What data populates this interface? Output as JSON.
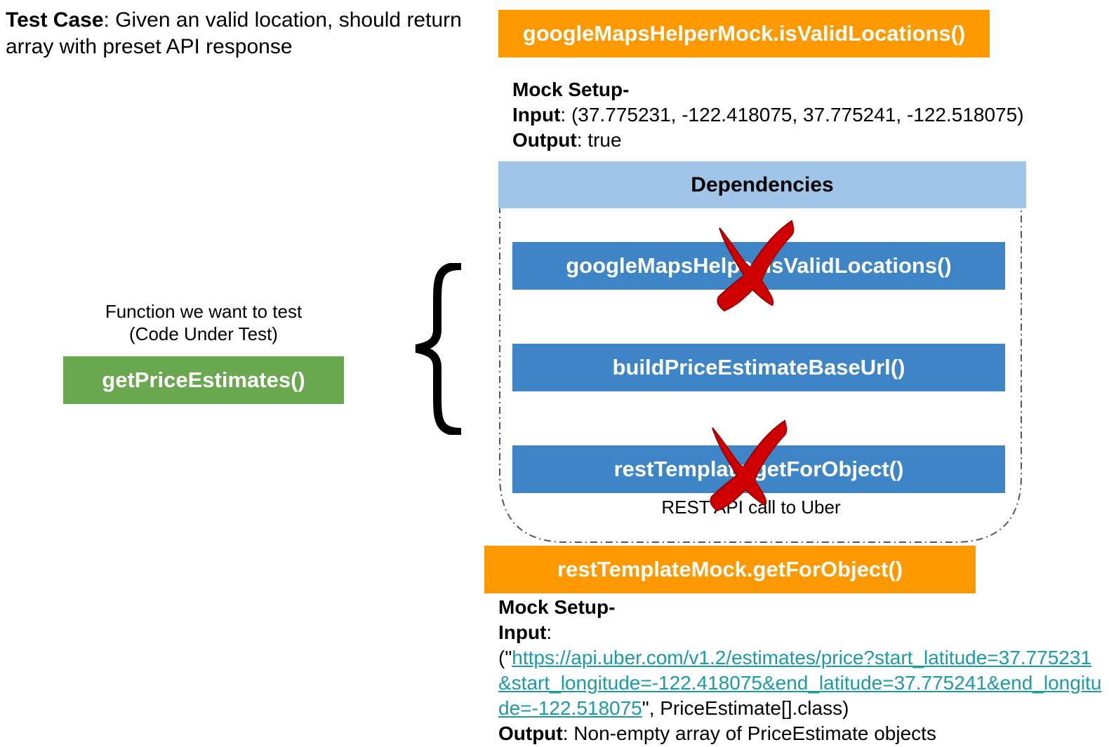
{
  "test_case": {
    "label": "Test Case",
    "text": ": Given an valid location, should return array with preset API response"
  },
  "top_mock": {
    "box_label": "googleMapsHelperMock.isValidLocations()",
    "setup_label": "Mock Setup-",
    "input_label": "Input",
    "input_value": ": (37.775231, -122.418075, 37.775241, -122.518075)",
    "output_label": "Output",
    "output_value": ": true"
  },
  "dependencies": {
    "header": "Dependencies",
    "items": [
      {
        "label": "googleMapsHelper.isValidLocations()",
        "crossed": true
      },
      {
        "label": "buildPriceEstimateBaseUrl()",
        "crossed": false
      },
      {
        "label": "restTemplate.getForObject()",
        "crossed": true
      }
    ],
    "rest_note": "REST API call to Uber"
  },
  "function_under_test": {
    "caption_line1": "Function we want to test",
    "caption_line2": "(Code Under Test)",
    "box_label": "getPriceEstimates()"
  },
  "bottom_mock": {
    "box_label": "restTemplateMock.getForObject()",
    "setup_label": "Mock Setup-",
    "input_label": "Input",
    "input_suffix": ":",
    "open_paren": "(\"",
    "url": "https://api.uber.com/v1.2/estimates/price?start_latitude=37.775231&start_longitude=-122.418075&end_latitude=37.775241&end_longitude=-122.518075",
    "after_url": "\", PriceEstimate[].class)",
    "output_label": "Output",
    "output_value": ": Non-empty array of PriceEstimate objects"
  },
  "colors": {
    "mock_orange": "#ff9900",
    "dependency_blue": "#3d85c6",
    "header_light_blue": "#9fc5e8",
    "function_green": "#6aa84f",
    "cross_red": "#d00000",
    "link_teal": "#1a9ba8"
  }
}
